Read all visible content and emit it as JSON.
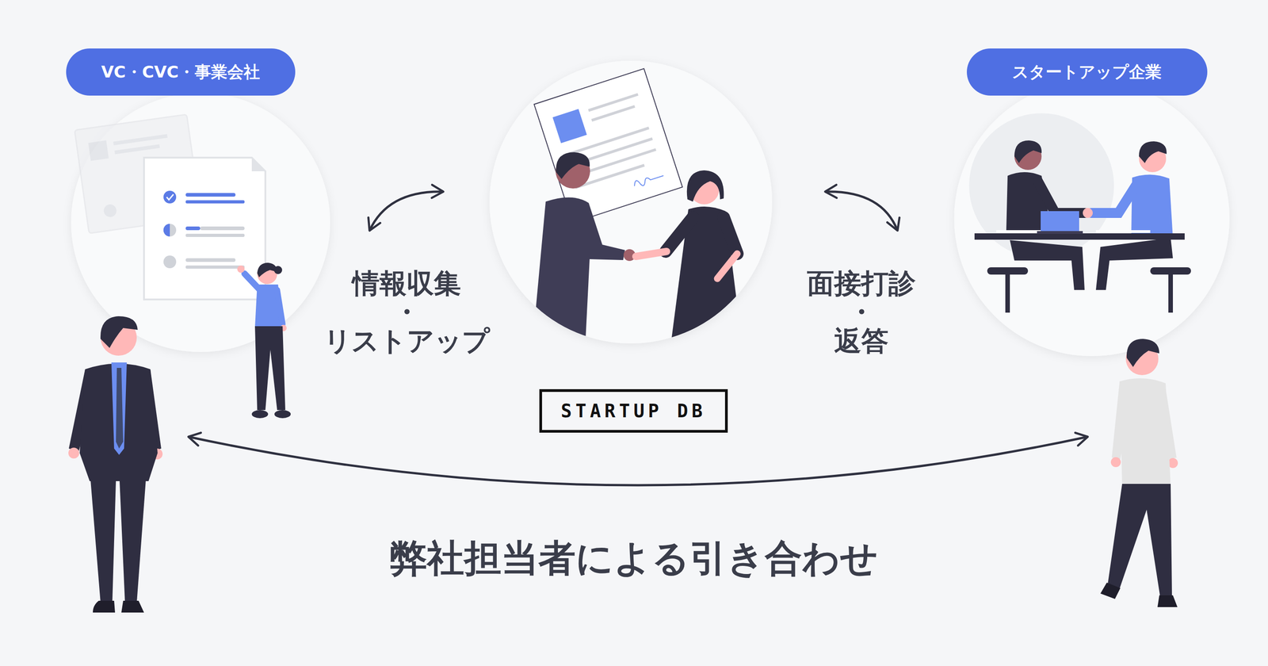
{
  "diagram": {
    "nodes": [
      {
        "text": [
          "VC・CVC・事業会社"
        ]
      },
      {
        "text": [
          "スタートアップ企業"
        ]
      },
      {
        "text": [
          "STARTUP DB"
        ]
      }
    ],
    "labels": [
      "情報収集",
      "・",
      "リストアップ",
      "面接打診",
      "・",
      "返答",
      "弊社担当者による引き合わせ"
    ]
  }
}
